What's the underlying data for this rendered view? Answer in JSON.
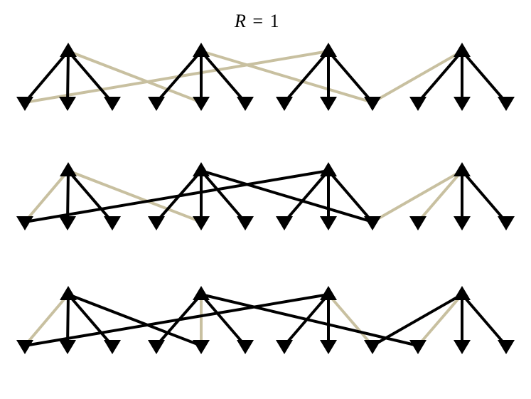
{
  "title": {
    "symbol": "R",
    "relation": "=",
    "value": "1"
  },
  "colors": {
    "black_edge": "#000000",
    "tan_edge": "#c8c0a0",
    "node": "#000000"
  },
  "nodes": {
    "sources_per_row": 4,
    "targets_per_row": 12,
    "source_shape": "up-triangle",
    "target_shape": "down-triangle"
  },
  "rows": [
    {
      "name": "row-1",
      "edges": [
        {
          "s": 0,
          "t": 0,
          "c": "black"
        },
        {
          "s": 0,
          "t": 1,
          "c": "black"
        },
        {
          "s": 0,
          "t": 2,
          "c": "black"
        },
        {
          "s": 0,
          "t": 4,
          "c": "tan"
        },
        {
          "s": 1,
          "t": 3,
          "c": "black"
        },
        {
          "s": 1,
          "t": 4,
          "c": "black"
        },
        {
          "s": 1,
          "t": 5,
          "c": "black"
        },
        {
          "s": 1,
          "t": 8,
          "c": "tan"
        },
        {
          "s": 2,
          "t": 0,
          "c": "tan"
        },
        {
          "s": 2,
          "t": 6,
          "c": "black"
        },
        {
          "s": 2,
          "t": 7,
          "c": "black"
        },
        {
          "s": 2,
          "t": 8,
          "c": "black"
        },
        {
          "s": 3,
          "t": 8,
          "c": "tan"
        },
        {
          "s": 3,
          "t": 9,
          "c": "black"
        },
        {
          "s": 3,
          "t": 10,
          "c": "black"
        },
        {
          "s": 3,
          "t": 11,
          "c": "black"
        }
      ]
    },
    {
      "name": "row-2",
      "edges": [
        {
          "s": 0,
          "t": 0,
          "c": "tan"
        },
        {
          "s": 0,
          "t": 1,
          "c": "black"
        },
        {
          "s": 0,
          "t": 2,
          "c": "black"
        },
        {
          "s": 0,
          "t": 4,
          "c": "tan"
        },
        {
          "s": 1,
          "t": 3,
          "c": "black"
        },
        {
          "s": 1,
          "t": 4,
          "c": "black"
        },
        {
          "s": 1,
          "t": 5,
          "c": "black"
        },
        {
          "s": 1,
          "t": 8,
          "c": "black"
        },
        {
          "s": 2,
          "t": 0,
          "c": "black"
        },
        {
          "s": 2,
          "t": 6,
          "c": "black"
        },
        {
          "s": 2,
          "t": 7,
          "c": "black"
        },
        {
          "s": 2,
          "t": 8,
          "c": "black"
        },
        {
          "s": 3,
          "t": 8,
          "c": "tan"
        },
        {
          "s": 3,
          "t": 9,
          "c": "tan"
        },
        {
          "s": 3,
          "t": 10,
          "c": "black"
        },
        {
          "s": 3,
          "t": 11,
          "c": "black"
        }
      ]
    },
    {
      "name": "row-3",
      "edges": [
        {
          "s": 0,
          "t": 0,
          "c": "tan"
        },
        {
          "s": 0,
          "t": 1,
          "c": "black"
        },
        {
          "s": 0,
          "t": 2,
          "c": "black"
        },
        {
          "s": 0,
          "t": 4,
          "c": "black"
        },
        {
          "s": 1,
          "t": 3,
          "c": "black"
        },
        {
          "s": 1,
          "t": 4,
          "c": "tan"
        },
        {
          "s": 1,
          "t": 5,
          "c": "black"
        },
        {
          "s": 1,
          "t": 9,
          "c": "black"
        },
        {
          "s": 2,
          "t": 0,
          "c": "black"
        },
        {
          "s": 2,
          "t": 6,
          "c": "black"
        },
        {
          "s": 2,
          "t": 7,
          "c": "black"
        },
        {
          "s": 2,
          "t": 8,
          "c": "tan"
        },
        {
          "s": 3,
          "t": 8,
          "c": "black"
        },
        {
          "s": 3,
          "t": 9,
          "c": "tan"
        },
        {
          "s": 3,
          "t": 10,
          "c": "black"
        },
        {
          "s": 3,
          "t": 11,
          "c": "black"
        }
      ]
    }
  ]
}
